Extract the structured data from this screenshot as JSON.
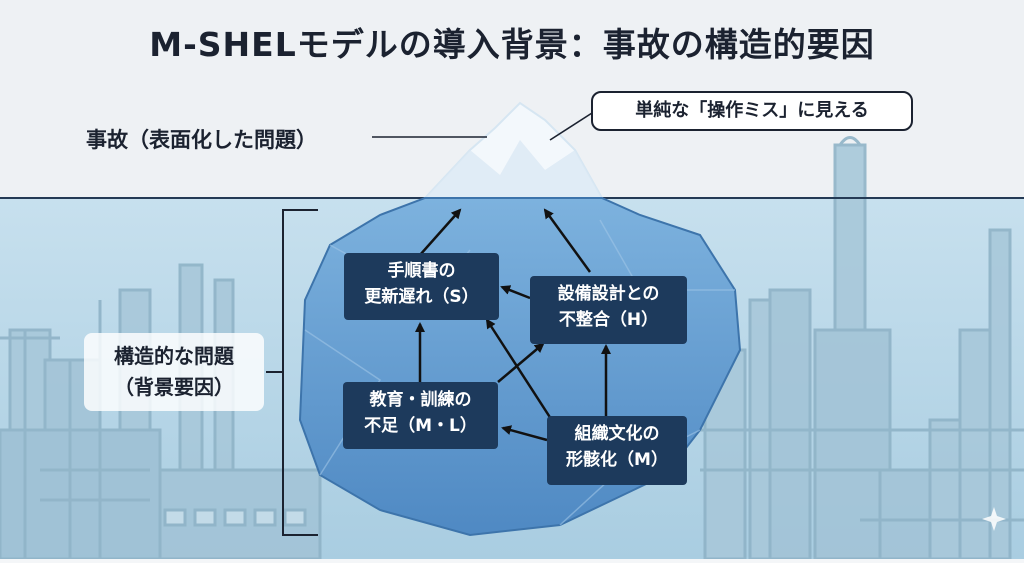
{
  "title": "M-SHELモデルの導入背景：事故の構造的要因",
  "surface": {
    "label": "事故（表面化した問題）",
    "callout": "単純な「操作ミス」に見える"
  },
  "underwater": {
    "label_line1": "構造的な問題",
    "label_line2": "（背景要因）"
  },
  "nodes": {
    "procedures": {
      "line1": "手順書の",
      "line2": "更新遅れ（S）"
    },
    "equipment": {
      "line1": "設備設計との",
      "line2": "不整合（H）"
    },
    "training": {
      "line1": "教育・訓練の",
      "line2": "不足（M・L）"
    },
    "culture": {
      "line1": "組織文化の",
      "line2": "形骸化（M）"
    }
  },
  "colors": {
    "sky": "#e9eef3",
    "water": "#b8d6e6",
    "iceberg_top": "#eef5fa",
    "iceberg_body": "#6fa6d6",
    "node_fill": "#1d3a5c",
    "plant_lines": "#8fb3c7"
  }
}
